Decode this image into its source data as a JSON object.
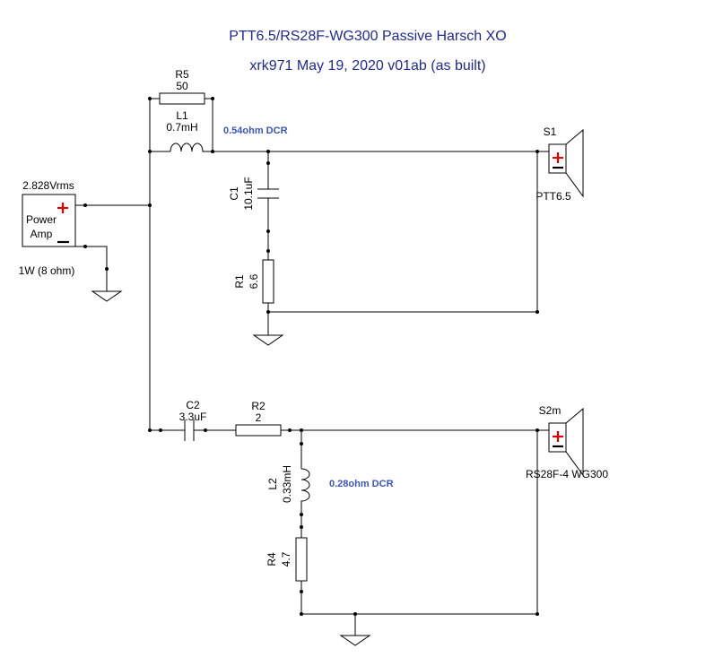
{
  "title": "PTT6.5/RS28F-WG300  Passive Harsch XO",
  "subtitle": "xrk971    May 19, 2020 v01ab (as built)",
  "amp": {
    "voltage": "2.828Vrms",
    "label_line1": "Power",
    "label_line2": "Amp",
    "power": "1W (8 ohm)"
  },
  "R5": {
    "ref": "R5",
    "value": "50"
  },
  "L1": {
    "ref": "L1",
    "value": "0.7mH",
    "note": "0.54ohm DCR"
  },
  "C1": {
    "ref": "C1",
    "value": "10.1uF"
  },
  "R1": {
    "ref": "R1",
    "value": "6.6"
  },
  "S1": {
    "ref": "S1",
    "model": "PTT6.5"
  },
  "C2": {
    "ref": "C2",
    "value": "3.3uF"
  },
  "R2": {
    "ref": "R2",
    "value": "2"
  },
  "L2": {
    "ref": "L2",
    "value": "0.33mH",
    "note": "0.28ohm DCR"
  },
  "R4": {
    "ref": "R4",
    "value": "4.7"
  },
  "S2": {
    "ref": "S2m",
    "model": "RS28F-4 WG300"
  },
  "colors": {
    "title": "#1f2a8c",
    "note": "#3b55c0",
    "plus": "#e00000"
  }
}
